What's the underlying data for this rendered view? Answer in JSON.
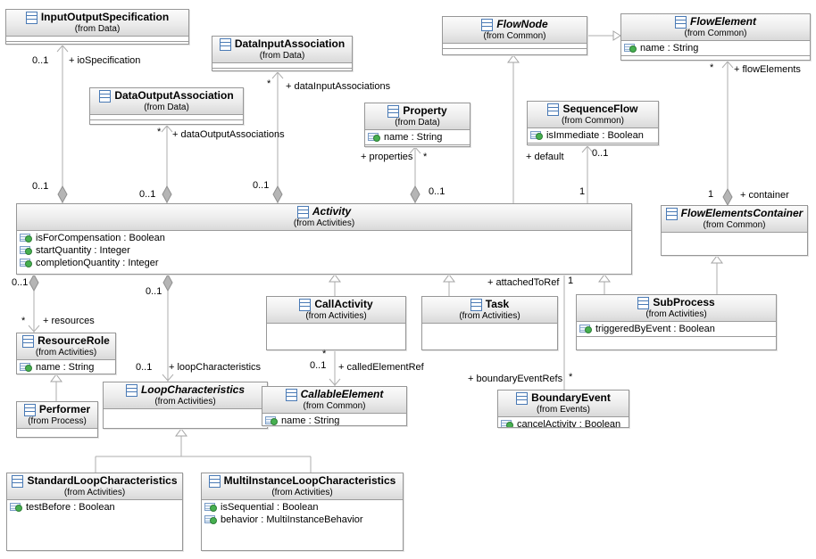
{
  "classes": [
    {
      "name": "InputOutputSpecification",
      "from": "(from Data)",
      "abstract": false,
      "attributes": []
    },
    {
      "name": "DataInputAssociation",
      "from": "(from Data)",
      "abstract": false,
      "attributes": []
    },
    {
      "name": "DataOutputAssociation",
      "from": "(from Data)",
      "abstract": false,
      "attributes": []
    },
    {
      "name": "FlowNode",
      "from": "(from Common)",
      "abstract": true,
      "attributes": []
    },
    {
      "name": "FlowElement",
      "from": "(from Common)",
      "abstract": true,
      "attributes": [
        "name : String"
      ]
    },
    {
      "name": "Property",
      "from": "(from Data)",
      "abstract": false,
      "attributes": [
        "name : String"
      ]
    },
    {
      "name": "SequenceFlow",
      "from": "(from Common)",
      "abstract": false,
      "attributes": [
        "isImmediate : Boolean"
      ]
    },
    {
      "name": "Activity",
      "from": "(from Activities)",
      "abstract": true,
      "attributes": [
        "isForCompensation : Boolean",
        "startQuantity : Integer",
        "completionQuantity : Integer"
      ]
    },
    {
      "name": "FlowElementsContainer",
      "from": "(from Common)",
      "abstract": true,
      "attributes": []
    },
    {
      "name": "CallActivity",
      "from": "(from Activities)",
      "abstract": false,
      "attributes": []
    },
    {
      "name": "Task",
      "from": "(from Activities)",
      "abstract": false,
      "attributes": []
    },
    {
      "name": "SubProcess",
      "from": "(from Activities)",
      "abstract": false,
      "attributes": [
        "triggeredByEvent : Boolean"
      ]
    },
    {
      "name": "ResourceRole",
      "from": "(from Activities)",
      "abstract": false,
      "attributes": [
        "name : String"
      ]
    },
    {
      "name": "LoopCharacteristics",
      "from": "(from Activities)",
      "abstract": true,
      "attributes": []
    },
    {
      "name": "CallableElement",
      "from": "(from Common)",
      "abstract": true,
      "attributes": [
        "name : String"
      ]
    },
    {
      "name": "BoundaryEvent",
      "from": "(from Events)",
      "abstract": false,
      "attributes": [
        "cancelActivity : Boolean"
      ]
    },
    {
      "name": "Performer",
      "from": "(from Process)",
      "abstract": false,
      "attributes": []
    },
    {
      "name": "StandardLoopCharacteristics",
      "from": "(from Activities)",
      "abstract": false,
      "attributes": [
        "testBefore : Boolean"
      ]
    },
    {
      "name": "MultiInstanceLoopCharacteristics",
      "from": "(from Activities)",
      "abstract": false,
      "attributes": [
        "isSequential : Boolean",
        "behavior : MultiInstanceBehavior"
      ]
    }
  ],
  "edge_labels": {
    "ioSpec_target_mult": "0..1",
    "ioSpec_role": "+ ioSpecification",
    "ioSpec_source_mult": "0..1",
    "doa_target_mult": "*",
    "doa_role": "+ dataOutputAssociations",
    "doa_source_mult": "0..1",
    "dia_target_mult": "*",
    "dia_role": "+ dataInputAssociations",
    "dia_source_mult": "0..1",
    "properties_role": "+ properties",
    "properties_target_mult": "*",
    "properties_source_mult": "0..1",
    "default_role": "+ default",
    "default_target_mult": "0..1",
    "default_source_mult": "1",
    "flowElements_target_mult": "*",
    "flowElements_role": "+ flowElements",
    "container_source_mult": "1",
    "container_role": "+ container",
    "attachedToRef_role": "+ attachedToRef",
    "attachedToRef_mult": "1",
    "boundaryEventRefs_role": "+ boundaryEventRefs",
    "boundaryEventRefs_mult": "*",
    "calledElementRef_source_mult": "*",
    "calledElementRef_target_mult": "0..1",
    "calledElementRef_role": "+ calledElementRef",
    "resources_source_mult": "0..1",
    "resources_target_mult": "*",
    "resources_role": "+ resources",
    "loopCharacteristics_source_mult": "0..1",
    "loopCharacteristics_target_mult": "0..1",
    "loopCharacteristics_role": "+ loopCharacteristics"
  },
  "icons": {
    "class": "class-icon",
    "attribute": "attribute-icon"
  }
}
